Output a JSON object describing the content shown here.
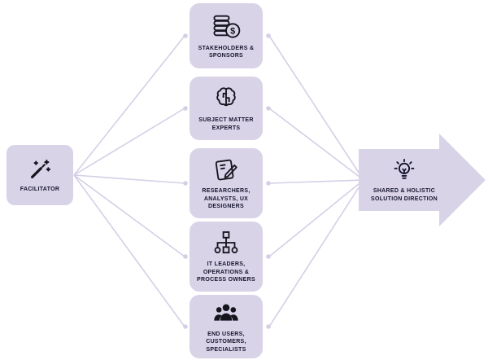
{
  "colors": {
    "box_fill": "#d9d3e8",
    "connector": "#d5cfe6",
    "text": "#15152e",
    "icon_stroke": "#15151e",
    "background": "#ffffff"
  },
  "facilitator": {
    "label": "FACILITATOR",
    "icon": "magic-wand-icon"
  },
  "groups": [
    {
      "label": "STAKEHOLDERS & SPONSORS",
      "icon": "coins-dollar-icon"
    },
    {
      "label": "SUBJECT MATTER EXPERTS",
      "icon": "brain-icon"
    },
    {
      "label": "RESEARCHERS, ANALYSTS, UX DESIGNERS",
      "icon": "tablet-pen-icon"
    },
    {
      "label": "IT LEADERS, OPERATIONS & PROCESS OWNERS",
      "icon": "network-nodes-icon"
    },
    {
      "label": "END USERS, CUSTOMERS, SPECIALISTS",
      "icon": "people-group-icon"
    }
  ],
  "outcome": {
    "label": "SHARED & HOLISTIC SOLUTION DIRECTION",
    "icon": "lightbulb-icon"
  }
}
